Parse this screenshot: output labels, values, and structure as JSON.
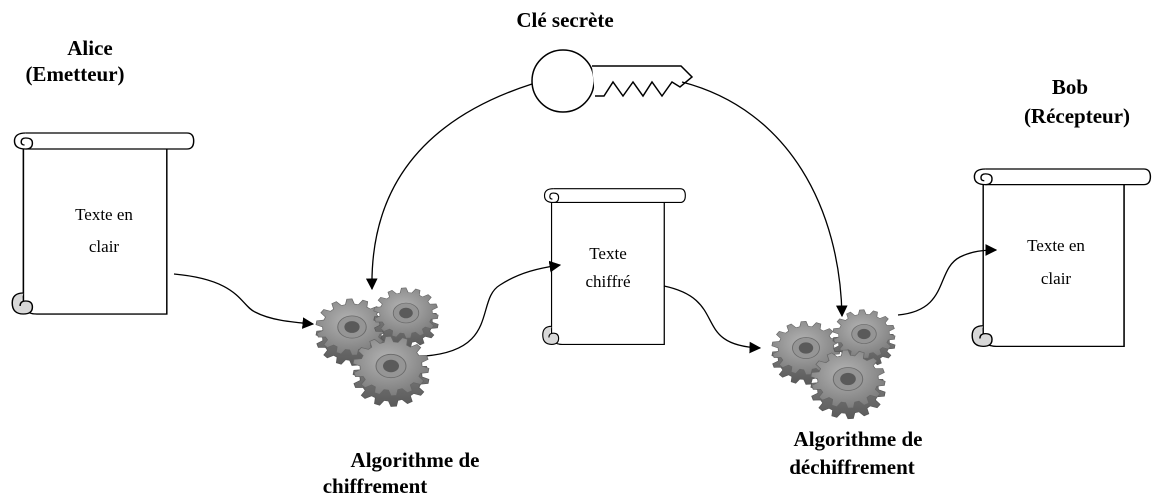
{
  "sender": {
    "name": "Alice",
    "role": "(Emetteur)"
  },
  "receiver": {
    "name": "Bob",
    "role": "(Récepteur)"
  },
  "key": {
    "label": "Clé secrète"
  },
  "documents": {
    "plaintext_in": {
      "line1": "Texte  en",
      "line2": "clair"
    },
    "ciphertext": {
      "line1": "Texte",
      "line2": "chiffré"
    },
    "plaintext_out": {
      "line1": "Texte  en",
      "line2": "clair"
    }
  },
  "algorithms": {
    "encrypt": {
      "line1": "Algorithme de",
      "line2": "chiffrement"
    },
    "decrypt": {
      "line1": "Algorithme de",
      "line2": "déchiffrement"
    }
  }
}
